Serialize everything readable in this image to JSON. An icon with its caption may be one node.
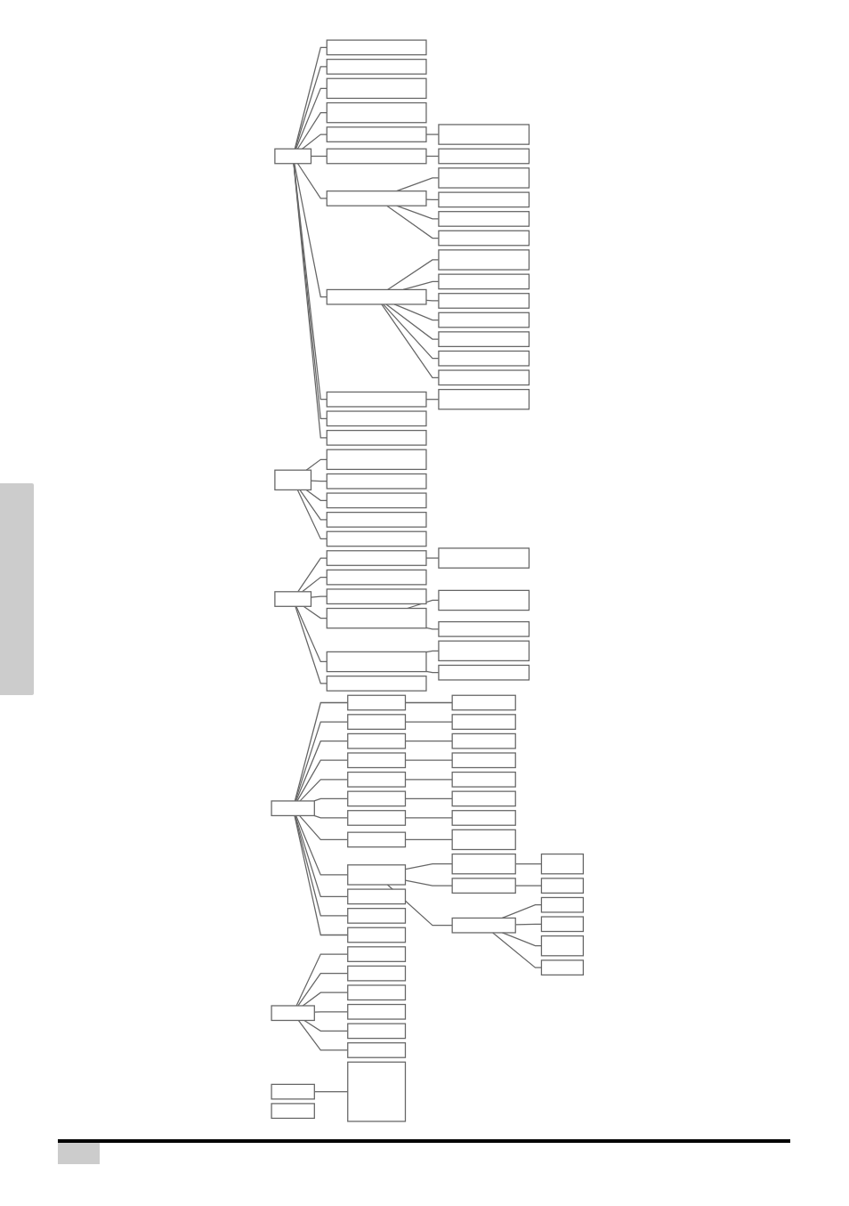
{
  "diagram": {
    "nodes": [
      {
        "text": [],
        "shape": "box"
      },
      {
        "text": [],
        "shape": "box"
      },
      {
        "text": [],
        "shape": "box"
      },
      {
        "text": [],
        "shape": "box"
      },
      {
        "text": [],
        "shape": "box"
      },
      {
        "text": [],
        "shape": "box"
      },
      {
        "text": [],
        "shape": "box"
      },
      {
        "text": [],
        "shape": "box"
      },
      {
        "text": [],
        "shape": "box"
      },
      {
        "text": [],
        "shape": "box"
      },
      {
        "text": [],
        "shape": "box"
      },
      {
        "text": [],
        "shape": "box"
      },
      {
        "text": [],
        "shape": "box"
      },
      {
        "text": [],
        "shape": "box"
      },
      {
        "text": [],
        "shape": "box"
      },
      {
        "text": [],
        "shape": "box"
      },
      {
        "text": [],
        "shape": "box"
      },
      {
        "text": [],
        "shape": "box"
      },
      {
        "text": [],
        "shape": "box"
      },
      {
        "text": [],
        "shape": "box"
      },
      {
        "text": [],
        "shape": "box"
      },
      {
        "text": [],
        "shape": "box"
      },
      {
        "text": [],
        "shape": "box"
      },
      {
        "text": [],
        "shape": "box"
      },
      {
        "text": [],
        "shape": "box"
      },
      {
        "text": [],
        "shape": "box"
      },
      {
        "text": [],
        "shape": "box"
      },
      {
        "text": [],
        "shape": "box"
      },
      {
        "text": [],
        "shape": "box"
      },
      {
        "text": [],
        "shape": "box"
      },
      {
        "text": [],
        "shape": "box"
      },
      {
        "text": [],
        "shape": "box"
      },
      {
        "text": [],
        "shape": "box"
      },
      {
        "text": [],
        "shape": "box"
      },
      {
        "text": [],
        "shape": "box"
      },
      {
        "text": [],
        "shape": "box"
      },
      {
        "text": [],
        "shape": "box"
      },
      {
        "text": [],
        "shape": "box"
      },
      {
        "text": [],
        "shape": "box"
      },
      {
        "text": [],
        "shape": "box"
      },
      {
        "text": [],
        "shape": "box"
      },
      {
        "text": [],
        "shape": "box"
      },
      {
        "text": [],
        "shape": "box"
      },
      {
        "text": [],
        "shape": "box"
      },
      {
        "text": [],
        "shape": "box"
      },
      {
        "text": [],
        "shape": "box"
      },
      {
        "text": [],
        "shape": "box"
      },
      {
        "text": [],
        "shape": "box"
      },
      {
        "text": [],
        "shape": "box"
      },
      {
        "text": [],
        "shape": "box"
      },
      {
        "text": [],
        "shape": "box"
      },
      {
        "text": [],
        "shape": "box"
      },
      {
        "text": [],
        "shape": "box"
      },
      {
        "text": [],
        "shape": "box"
      },
      {
        "text": [],
        "shape": "box"
      },
      {
        "text": [],
        "shape": "box"
      },
      {
        "text": [],
        "shape": "box"
      },
      {
        "text": [],
        "shape": "box"
      },
      {
        "text": [],
        "shape": "box"
      },
      {
        "text": [],
        "shape": "box"
      },
      {
        "text": [],
        "shape": "box"
      },
      {
        "text": [],
        "shape": "box"
      },
      {
        "text": [],
        "shape": "box"
      },
      {
        "text": [],
        "shape": "box"
      },
      {
        "text": [],
        "shape": "box"
      },
      {
        "text": [],
        "shape": "box"
      },
      {
        "text": [],
        "shape": "box"
      },
      {
        "text": [],
        "shape": "box"
      },
      {
        "text": [],
        "shape": "box"
      },
      {
        "text": [],
        "shape": "box"
      },
      {
        "text": [],
        "shape": "box"
      },
      {
        "text": [],
        "shape": "box"
      },
      {
        "text": [],
        "shape": "box"
      },
      {
        "text": [],
        "shape": "box"
      },
      {
        "text": [],
        "shape": "box"
      },
      {
        "text": [],
        "shape": "box"
      },
      {
        "text": [],
        "shape": "box"
      },
      {
        "text": [],
        "shape": "box"
      },
      {
        "text": [],
        "shape": "box"
      },
      {
        "text": [],
        "shape": "box"
      },
      {
        "text": [],
        "shape": "box"
      },
      {
        "text": [],
        "shape": "box"
      },
      {
        "text": [],
        "shape": "box"
      },
      {
        "text": [],
        "shape": "box"
      }
    ],
    "edges": [
      {
        "from": 0,
        "to": 1,
        "arrow": "none"
      },
      {
        "from": 0,
        "to": 2,
        "arrow": "none"
      },
      {
        "from": 0,
        "to": 3,
        "arrow": "none"
      },
      {
        "from": 0,
        "to": 4,
        "arrow": "none"
      },
      {
        "from": 0,
        "to": 5,
        "arrow": "none"
      },
      {
        "from": 5,
        "to": 6,
        "arrow": "none"
      },
      {
        "from": 0,
        "to": 7,
        "arrow": "none"
      },
      {
        "from": 7,
        "to": 8,
        "arrow": "none"
      },
      {
        "from": 0,
        "to": 9,
        "arrow": "none"
      },
      {
        "from": 9,
        "to": 10,
        "arrow": "none"
      },
      {
        "from": 9,
        "to": 11,
        "arrow": "none"
      },
      {
        "from": 9,
        "to": 12,
        "arrow": "none"
      },
      {
        "from": 9,
        "to": 13,
        "arrow": "none"
      },
      {
        "from": 0,
        "to": 14,
        "arrow": "none"
      },
      {
        "from": 14,
        "to": 15,
        "arrow": "none"
      },
      {
        "from": 14,
        "to": 16,
        "arrow": "none"
      },
      {
        "from": 14,
        "to": 17,
        "arrow": "none"
      },
      {
        "from": 14,
        "to": 18,
        "arrow": "none"
      },
      {
        "from": 14,
        "to": 19,
        "arrow": "none"
      },
      {
        "from": 14,
        "to": 20,
        "arrow": "none"
      },
      {
        "from": 14,
        "to": 21,
        "arrow": "none"
      },
      {
        "from": 0,
        "to": 22,
        "arrow": "none"
      },
      {
        "from": 22,
        "to": 23,
        "arrow": "none"
      },
      {
        "from": 0,
        "to": 24,
        "arrow": "none"
      },
      {
        "from": 0,
        "to": 25,
        "arrow": "none"
      },
      {
        "from": 26,
        "to": 27,
        "arrow": "none"
      },
      {
        "from": 26,
        "to": 28,
        "arrow": "none"
      },
      {
        "from": 26,
        "to": 29,
        "arrow": "none"
      },
      {
        "from": 26,
        "to": 30,
        "arrow": "none"
      },
      {
        "from": 26,
        "to": 31,
        "arrow": "none"
      },
      {
        "from": 32,
        "to": 33,
        "arrow": "none"
      },
      {
        "from": 33,
        "to": 34,
        "arrow": "none"
      },
      {
        "from": 32,
        "to": 35,
        "arrow": "none"
      },
      {
        "from": 32,
        "to": 36,
        "arrow": "none"
      },
      {
        "from": 32,
        "to": 37,
        "arrow": "none"
      },
      {
        "from": 37,
        "to": 38,
        "arrow": "none"
      },
      {
        "from": 37,
        "to": 39,
        "arrow": "none"
      },
      {
        "from": 32,
        "to": 40,
        "arrow": "none"
      },
      {
        "from": 40,
        "to": 41,
        "arrow": "none"
      },
      {
        "from": 40,
        "to": 42,
        "arrow": "none"
      },
      {
        "from": 32,
        "to": 43,
        "arrow": "none"
      },
      {
        "from": 44,
        "to": 45,
        "arrow": "none"
      },
      {
        "from": 45,
        "to": 46,
        "arrow": "none"
      },
      {
        "from": 44,
        "to": 47,
        "arrow": "none"
      },
      {
        "from": 47,
        "to": 48,
        "arrow": "none"
      },
      {
        "from": 44,
        "to": 49,
        "arrow": "none"
      },
      {
        "from": 49,
        "to": 50,
        "arrow": "none"
      },
      {
        "from": 44,
        "to": 51,
        "arrow": "none"
      },
      {
        "from": 51,
        "to": 52,
        "arrow": "none"
      },
      {
        "from": 44,
        "to": 53,
        "arrow": "none"
      },
      {
        "from": 53,
        "to": 54,
        "arrow": "none"
      },
      {
        "from": 44,
        "to": 55,
        "arrow": "none"
      },
      {
        "from": 55,
        "to": 56,
        "arrow": "none"
      },
      {
        "from": 44,
        "to": 57,
        "arrow": "none"
      },
      {
        "from": 57,
        "to": 58,
        "arrow": "none"
      },
      {
        "from": 44,
        "to": 59,
        "arrow": "none"
      },
      {
        "from": 59,
        "to": 60,
        "arrow": "none"
      },
      {
        "from": 44,
        "to": 61,
        "arrow": "none"
      },
      {
        "from": 61,
        "to": 62,
        "arrow": "none"
      },
      {
        "from": 62,
        "to": 63,
        "arrow": "none"
      },
      {
        "from": 61,
        "to": 64,
        "arrow": "none"
      },
      {
        "from": 64,
        "to": 65,
        "arrow": "none"
      },
      {
        "from": 61,
        "to": 66,
        "arrow": "none"
      },
      {
        "from": 66,
        "to": 67,
        "arrow": "none"
      },
      {
        "from": 66,
        "to": 68,
        "arrow": "none"
      },
      {
        "from": 66,
        "to": 69,
        "arrow": "none"
      },
      {
        "from": 66,
        "to": 70,
        "arrow": "none"
      },
      {
        "from": 44,
        "to": 71,
        "arrow": "none"
      },
      {
        "from": 44,
        "to": 72,
        "arrow": "none"
      },
      {
        "from": 44,
        "to": 73,
        "arrow": "none"
      },
      {
        "from": 74,
        "to": 75,
        "arrow": "none"
      },
      {
        "from": 74,
        "to": 76,
        "arrow": "none"
      },
      {
        "from": 74,
        "to": 77,
        "arrow": "none"
      },
      {
        "from": 74,
        "to": 78,
        "arrow": "none"
      },
      {
        "from": 74,
        "to": 79,
        "arrow": "none"
      },
      {
        "from": 74,
        "to": 80,
        "arrow": "none"
      },
      {
        "from": 81,
        "to": 82,
        "arrow": "none"
      }
    ]
  }
}
